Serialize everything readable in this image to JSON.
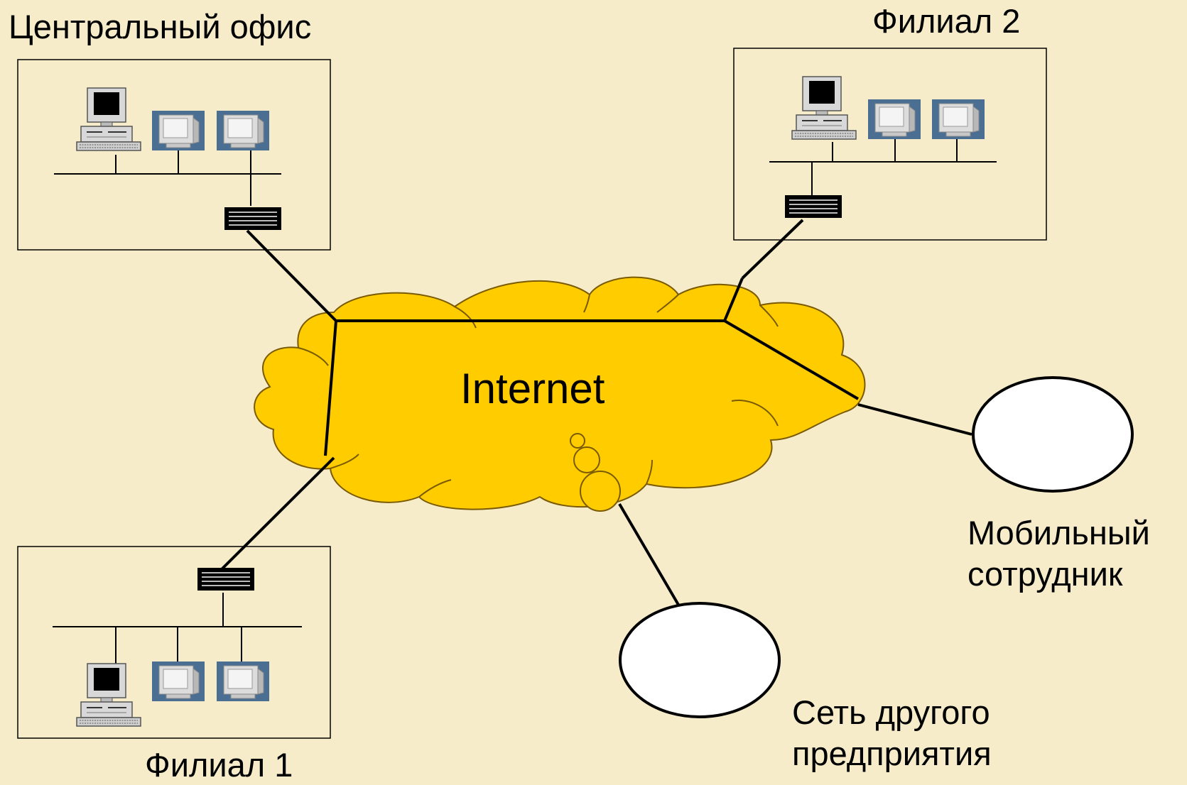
{
  "labels": {
    "central_office": "Центральный офис",
    "branch_1": "Филиал 1",
    "branch_2": "Филиал 2",
    "internet": "Internet",
    "mobile_employee_line1": "Мобильный",
    "mobile_employee_line2": "сотрудник",
    "other_enterprise_line1": "Сеть другого",
    "other_enterprise_line2": "предприятия"
  },
  "colors": {
    "background": "#f6ecca",
    "cloud_fill": "#ffcc00",
    "line": "#000000",
    "monitor_panel": "#4a6f92",
    "monitor_body": "#d8d8d8"
  },
  "icons": [
    "server-computer-icon",
    "workstation-monitor-icon",
    "router-icon"
  ]
}
